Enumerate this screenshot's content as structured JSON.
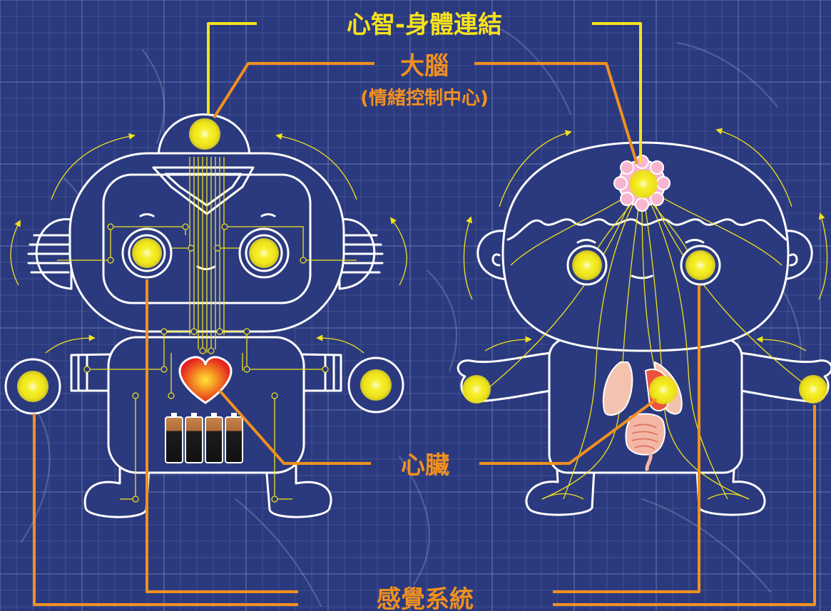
{
  "labels": {
    "mind_body": "心智-身體連結",
    "brain": "大腦",
    "brain_sub": "(情緒控制中心)",
    "heart": "心臟",
    "sensory": "感覺系統"
  },
  "colors": {
    "background": "#2b3a7e",
    "mind_body_label": "#f7e21b",
    "organ_labels": "#f1901f",
    "outline": "#ffffff",
    "circuit": "#f2e21c"
  },
  "figures": [
    "robot",
    "child"
  ]
}
